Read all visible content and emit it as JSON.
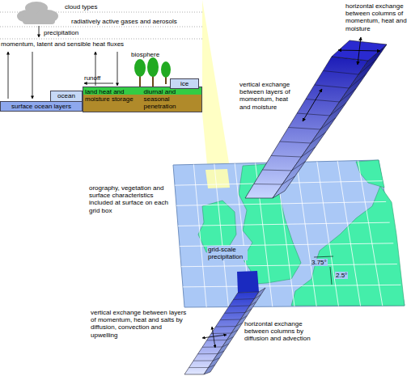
{
  "diagram": {
    "nodes": [
      {
        "text": [
          "ocean ice"
        ]
      },
      {
        "text": [
          "land heat and moisture storage",
          "diurnal and seasonal penetration"
        ]
      },
      {
        "text": [
          "ice"
        ]
      },
      {
        "text": [
          "surface ocean layers"
        ]
      }
    ],
    "labels": [
      "cloud types",
      "radiatively active gases and aerosols",
      "precipitation",
      "momentum, latent and sensible heat fluxes",
      "biosphere",
      "runoff",
      "horizontal exchange between columns of momentum, heat and moisture",
      "vertical exchange between layers of momentum, heat and moisture",
      "orography, vegetation and surface characteristics included at surface on each grid box",
      "grid-scale precipitation",
      "3.75°",
      "2.5°",
      "vertical exchange between layers of momentum, heat and salts by diffusion, convection and upwelling",
      "horizontal exchange between columns by diffusion and advection"
    ]
  }
}
